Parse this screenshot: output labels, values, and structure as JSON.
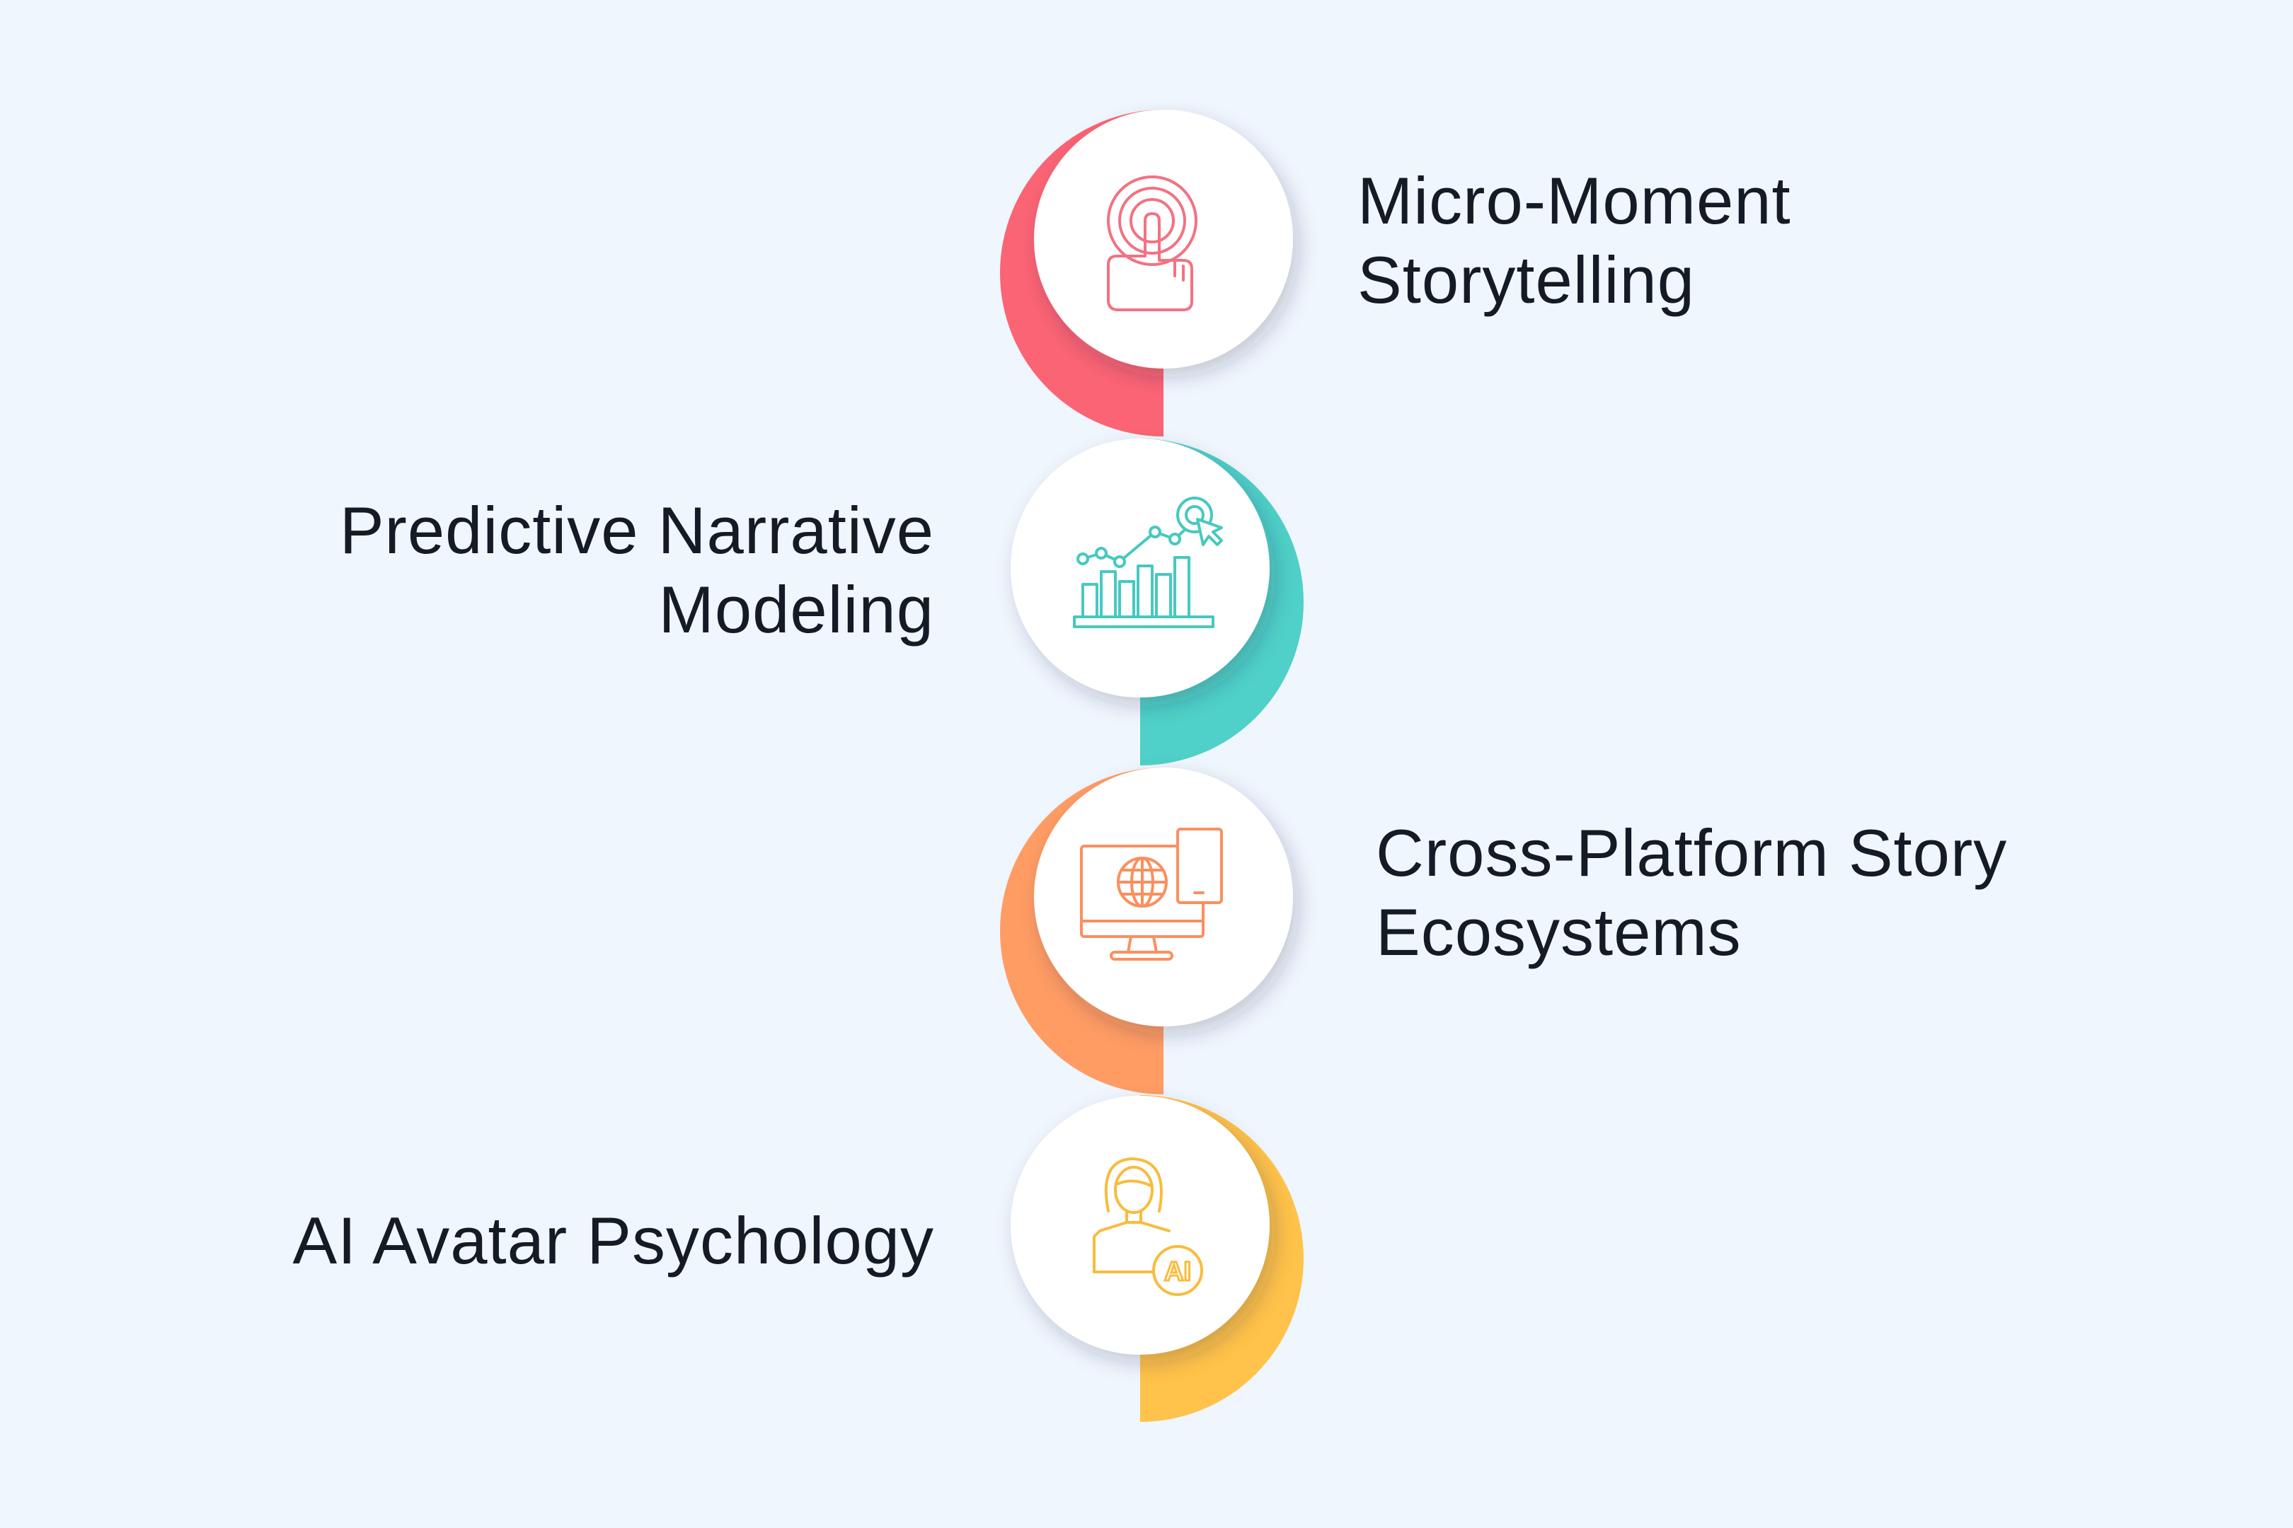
{
  "steps": [
    {
      "label_lines": [
        "Micro-Moment",
        "Storytelling"
      ],
      "icon": "touch-target-icon",
      "accent_color": "#fb6474",
      "side": "right"
    },
    {
      "label_lines": [
        "Predictive Narrative",
        "Modeling"
      ],
      "icon": "analytics-chart-icon",
      "accent_color": "#4fd0c8",
      "side": "left"
    },
    {
      "label_lines": [
        "Cross-Platform Story",
        "Ecosystems"
      ],
      "icon": "devices-globe-icon",
      "accent_color": "#ff9c64",
      "side": "right"
    },
    {
      "label_lines": [
        "AI Avatar Psychology"
      ],
      "icon": "ai-avatar-icon",
      "accent_color": "#ffc24a",
      "side": "left"
    }
  ]
}
